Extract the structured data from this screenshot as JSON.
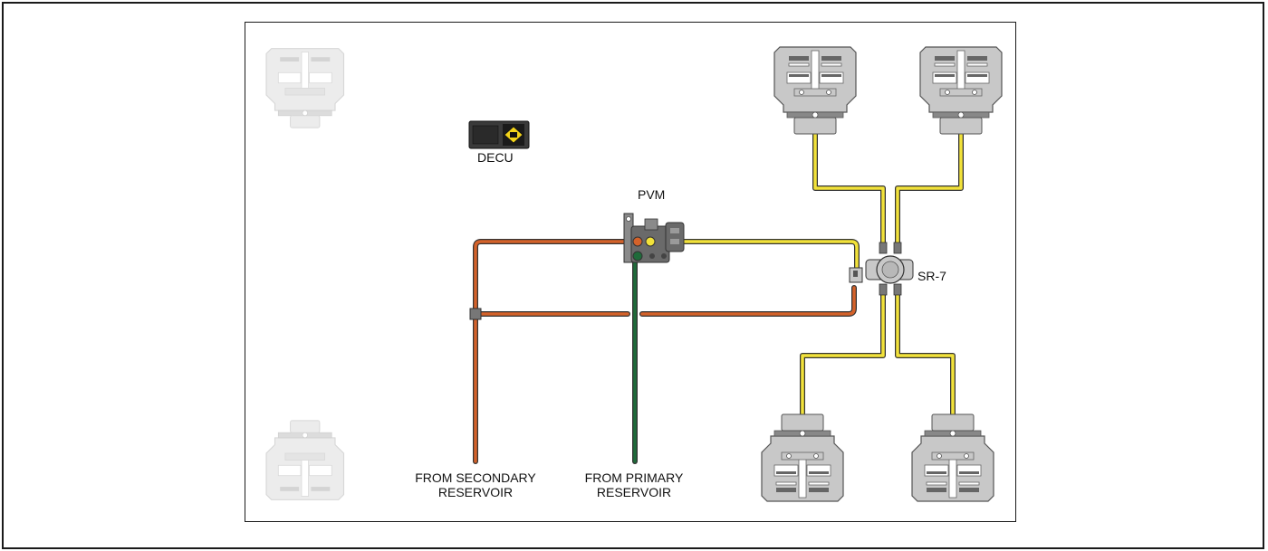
{
  "labels": {
    "decu": "DECU",
    "pvm": "PVM",
    "sr7": "SR-7",
    "secondary_line1": "FROM SECONDARY",
    "secondary_line2": "RESERVOIR",
    "primary_line1": "FROM PRIMARY",
    "primary_line2": "RESERVOIR"
  },
  "colors": {
    "primary_line": "#1f6b3a",
    "secondary_line": "#d4622a",
    "delivery_line": "#f2e23a",
    "component_gray": "#9a9a9a",
    "caliper_gray": "#c8c8c8",
    "caliper_faded": "#ececec",
    "border": "#1a1a1a"
  }
}
